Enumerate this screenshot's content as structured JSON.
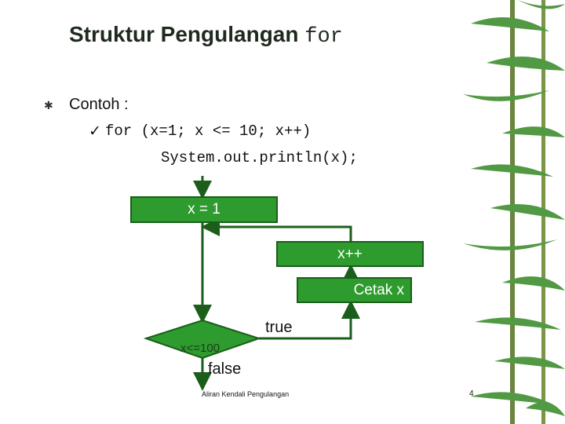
{
  "title": {
    "text": "Struktur Pengulangan ",
    "keyword": "for"
  },
  "body": {
    "label": "Contoh :",
    "code_line_1": "for (x=1; x <= 10; x++)",
    "code_line_2": "System.out.println(x);"
  },
  "flowchart": {
    "init": "x = 1",
    "increment": "x++",
    "print": "Cetak x",
    "condition": "x<=100",
    "true_label": "true",
    "false_label": "false"
  },
  "footer": {
    "text": "Aliran Kendali Pengulangan",
    "page": "4"
  },
  "colors": {
    "box_fill": "#2e9b2e",
    "box_border": "#1b5e1b",
    "arrow": "#1b5e1b",
    "bamboo": "#3f8f2f"
  }
}
